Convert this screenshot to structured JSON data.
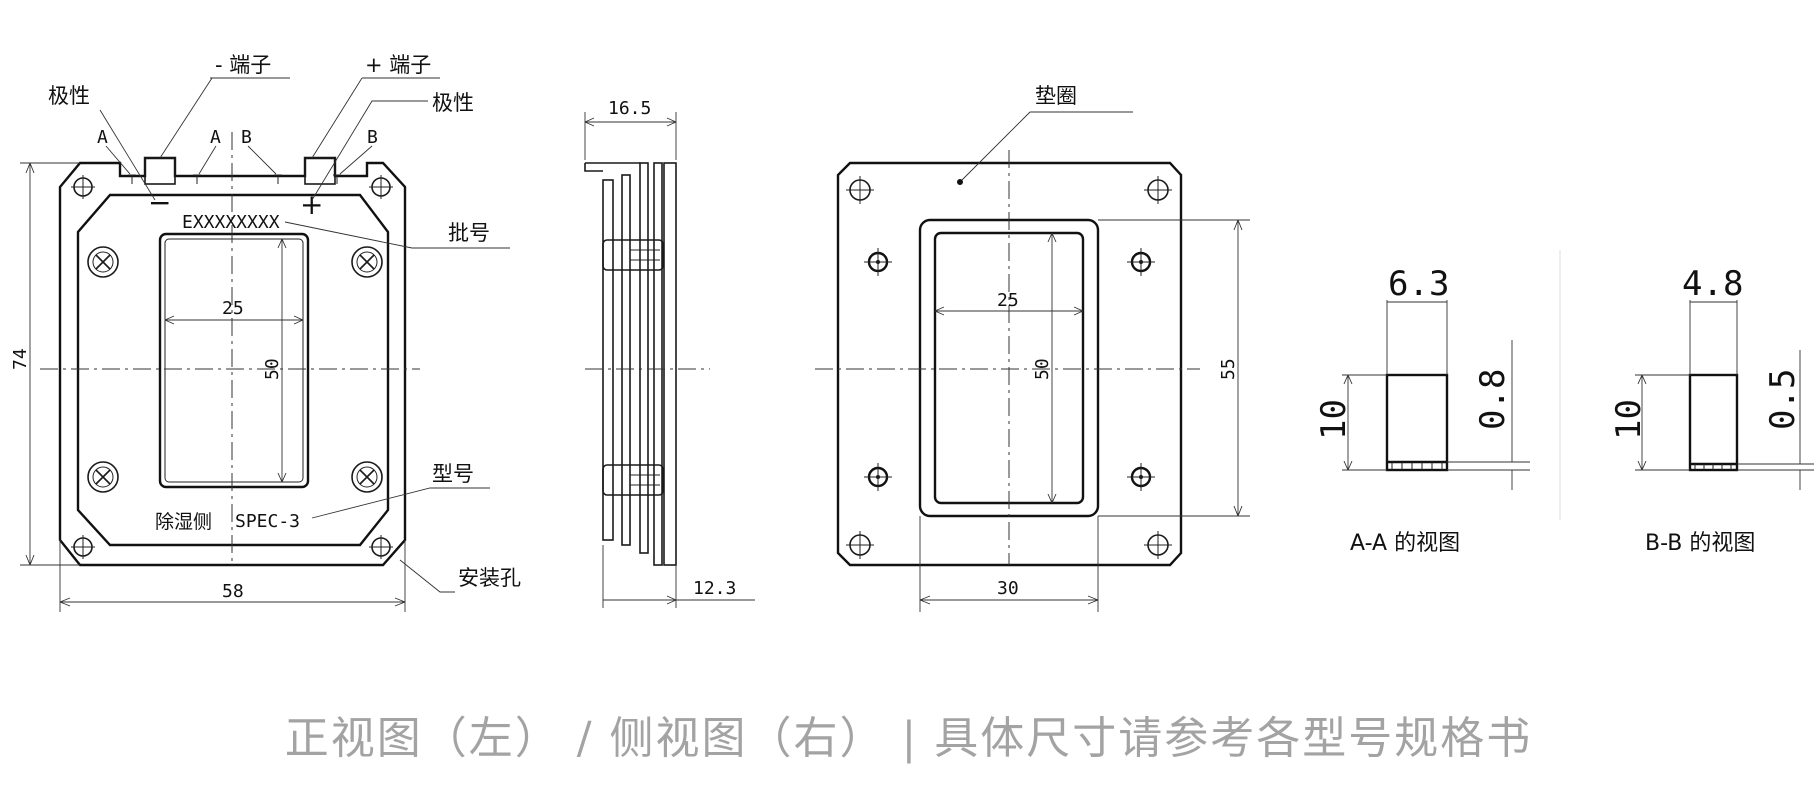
{
  "labels": {
    "neg_terminal": "- 端子",
    "pos_terminal": "+ 端子",
    "polarity_left": "极性",
    "polarity_right": "极性",
    "section_a1": "A",
    "section_a2": "A",
    "section_b1": "B",
    "section_b2": "B",
    "minus_sign": "−",
    "plus_sign": "+",
    "lot_code": "EXXXXXXXX",
    "lot_label": "批号",
    "model_label": "型号",
    "side_mark": "除湿侧",
    "spec_code": "SPEC-3",
    "mount_hole": "安装孔",
    "gasket": "垫圈",
    "view_aa": "A-A 的视图",
    "view_bb": "B-B 的视图"
  },
  "dimensions": {
    "front_height": "74",
    "front_width": "58",
    "front_window_w": "25",
    "front_window_h": "50",
    "side_top": "16.5",
    "side_bottom": "12.3",
    "rear_window_w": "25",
    "rear_window_h": "50",
    "rear_gasket_h": "55",
    "rear_gasket_w": "30",
    "aa_width": "6.3",
    "aa_height": "10",
    "aa_thick": "0.8",
    "bb_width": "4.8",
    "bb_height": "10",
    "bb_thick": "0.5"
  },
  "footer": {
    "caption": "正视图（左） / 侧视图（右） | 具体尺寸请参考各型号规格书"
  }
}
